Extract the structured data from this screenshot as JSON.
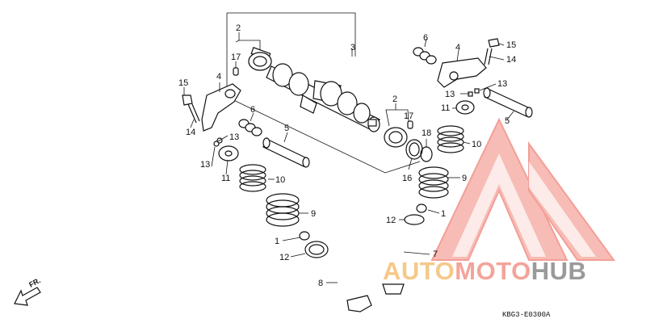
{
  "diagram": {
    "drawing_code": "KBG3-E0300A",
    "direction_label": "FR.",
    "labels": {
      "cam_bearing_top": "2",
      "camshaft": "3",
      "dowel_top": "17",
      "bearing_right": "2",
      "dowel_right": "17",
      "seal_18": "18",
      "shim_16": "16",
      "arm_left": "4",
      "screw_left": "15",
      "nut_left": "14",
      "spring_6_left": "6",
      "pin_13_left_a": "13",
      "pin_13_left_b": "13",
      "washer_11_left": "11",
      "shaft_5_left": "5",
      "spring_10_left": "10",
      "spring_9_left": "9",
      "cotter_1_left": "1",
      "seat_12_left": "12",
      "valve_8": "8",
      "spring_6_right": "6",
      "arm_right": "4",
      "screw_right": "15",
      "nut_right": "14",
      "pin_13_right_a": "13",
      "pin_13_right_b": "13",
      "washer_11_right": "11",
      "shaft_5_right": "5",
      "spring_10_right": "10",
      "spring_9_right": "9",
      "cotter_1_right": "1",
      "seat_12_right": "12",
      "valve_7": "7"
    }
  },
  "watermark": {
    "text_auto": "AUTO",
    "text_moto": "MOTO",
    "text_hub": "HUB",
    "color_auto": "#f5c98a",
    "color_moto": "#f3a49a",
    "color_hub": "#9a9a9a",
    "logo_color": "#f08f86"
  }
}
